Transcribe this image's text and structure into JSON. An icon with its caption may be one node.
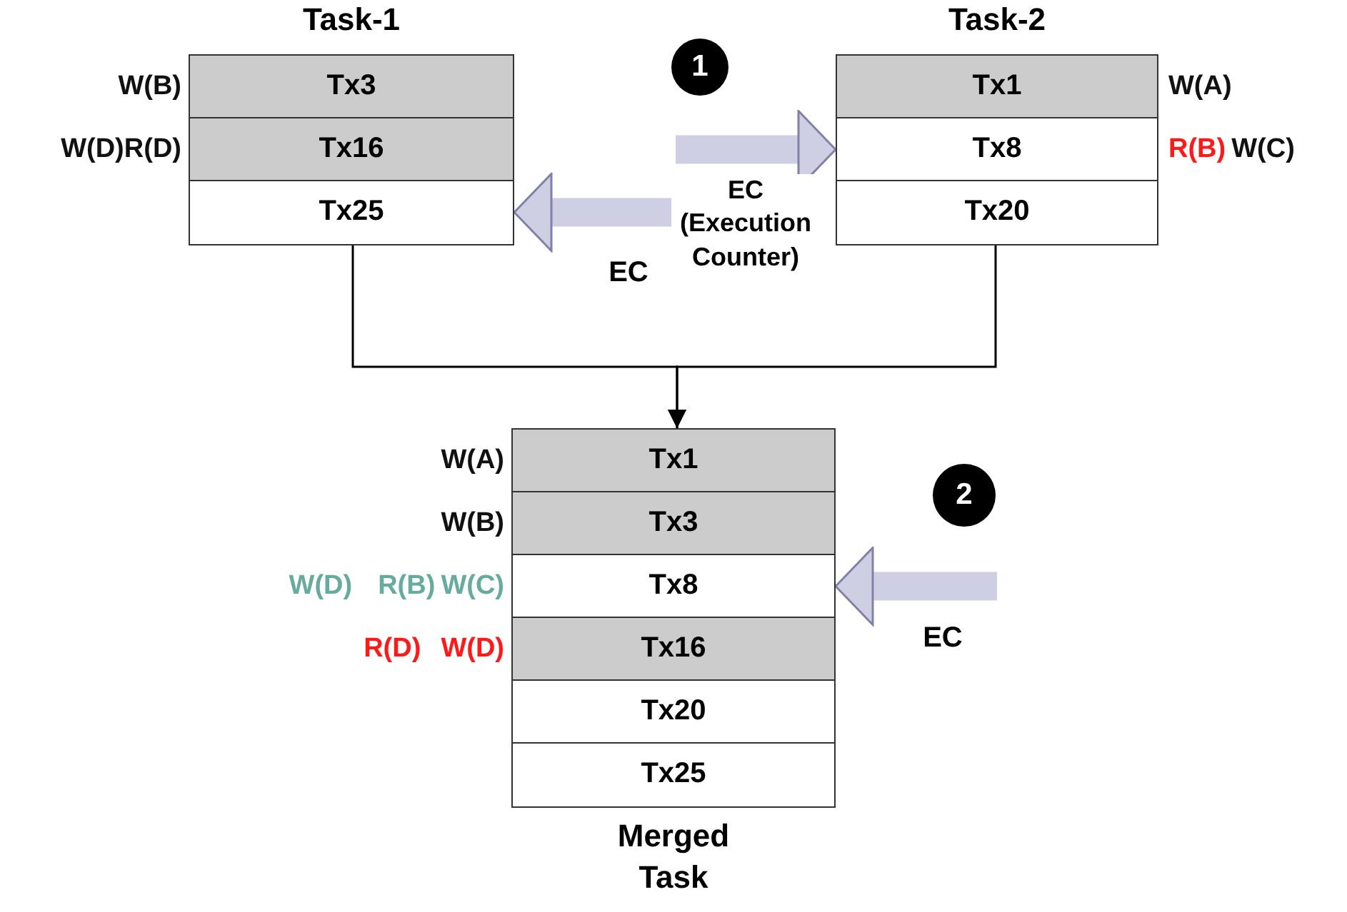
{
  "diagram": {
    "nodes": [
      {
        "text": [
          "Task-1"
        ]
      },
      {
        "text": [
          "Tx3"
        ],
        "in": 0,
        "beside": [
          "W(B)"
        ]
      },
      {
        "text": [
          "Tx16"
        ],
        "in": 0,
        "beside": [
          "W(D)",
          "R(D)"
        ]
      },
      {
        "text": [
          "Tx25"
        ],
        "in": 0
      },
      {
        "text": [
          "Task-2"
        ]
      },
      {
        "text": [
          "Tx1"
        ],
        "in": 4,
        "beside": [
          "W(A)"
        ]
      },
      {
        "text": [
          "Tx8"
        ],
        "in": 4,
        "beside": [
          "R(B)",
          "W(C)"
        ]
      },
      {
        "text": [
          "Tx20"
        ],
        "in": 4
      },
      {
        "text": [
          "Merged Task"
        ]
      },
      {
        "text": [
          "Tx1"
        ],
        "in": 8,
        "beside": [
          "W(A)"
        ]
      },
      {
        "text": [
          "Tx3"
        ],
        "in": 8,
        "beside": [
          "W(B)"
        ]
      },
      {
        "text": [
          "Tx8"
        ],
        "in": 8,
        "beside": [
          "W(D)",
          "R(B)",
          "W(C)"
        ]
      },
      {
        "text": [
          "Tx16"
        ],
        "in": 8,
        "beside": [
          "R(D)",
          "W(D)"
        ]
      },
      {
        "text": [
          "Tx20"
        ],
        "in": 8
      },
      {
        "text": [
          "Tx25"
        ],
        "in": 8
      },
      {
        "text": [
          "1"
        ]
      },
      {
        "text": [
          "2"
        ]
      }
    ],
    "edges": [
      {
        "from": null,
        "to": 6,
        "arrow": "to",
        "label": "EC (Execution Counter)",
        "color": "#cfcfe4"
      },
      {
        "from": null,
        "to": 3,
        "arrow": "to",
        "label": "EC",
        "color": "#cfcfe4"
      },
      {
        "from": 0,
        "to": 8,
        "arrow": "to",
        "color": "#000000"
      },
      {
        "from": 4,
        "to": 8,
        "arrow": "to",
        "color": "#000000"
      },
      {
        "from": null,
        "to": 11,
        "arrow": "to",
        "label": "EC",
        "color": "#cfcfe4"
      }
    ]
  }
}
